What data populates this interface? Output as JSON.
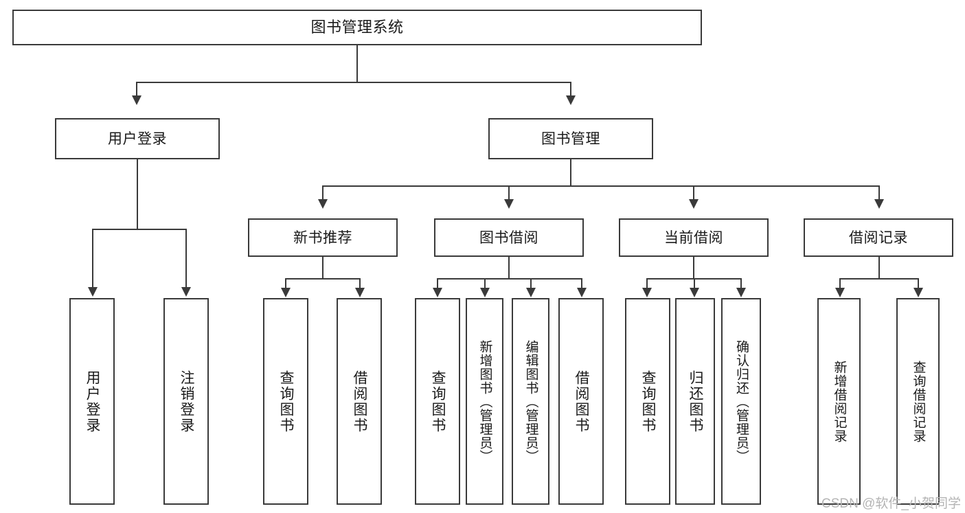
{
  "diagram": {
    "title": "图书管理系统",
    "type": "tree",
    "orientation": "top-down",
    "colors": {
      "box_border": "#3a3a3a",
      "box_fill": "#ffffff",
      "connector": "#3a3a3a",
      "text": "#1a1a1a",
      "watermark": "#b4b4b4",
      "background": "#ffffff"
    },
    "watermark": "CSDN @软件_小贺同学",
    "nodes": {
      "root": {
        "label": "图书管理系统"
      },
      "level2": [
        {
          "id": "user-login",
          "label": "用户登录"
        },
        {
          "id": "book-manage",
          "label": "图书管理"
        }
      ],
      "level3": [
        {
          "id": "new-book-recommend",
          "label": "新书推荐"
        },
        {
          "id": "book-borrow",
          "label": "图书借阅"
        },
        {
          "id": "current-borrow",
          "label": "当前借阅"
        },
        {
          "id": "borrow-record",
          "label": "借阅记录"
        }
      ],
      "leaves": {
        "user-login": [
          {
            "id": "leaf-user-login",
            "label": "用户登录"
          },
          {
            "id": "leaf-user-logout",
            "label": "注销登录"
          }
        ],
        "new-book-recommend": [
          {
            "id": "leaf-query-book-1",
            "label": "查询图书"
          },
          {
            "id": "leaf-borrow-book-1",
            "label": "借阅图书"
          }
        ],
        "book-borrow": [
          {
            "id": "leaf-query-book-2",
            "label": "查询图书"
          },
          {
            "id": "leaf-add-book",
            "label": "新增图书（管理员）"
          },
          {
            "id": "leaf-edit-book",
            "label": "编辑图书（管理员）"
          },
          {
            "id": "leaf-borrow-book-2",
            "label": "借阅图书"
          }
        ],
        "current-borrow": [
          {
            "id": "leaf-query-book-3",
            "label": "查询图书"
          },
          {
            "id": "leaf-return-book",
            "label": "归还图书"
          },
          {
            "id": "leaf-confirm-return",
            "label": "确认归还（管理员）"
          }
        ],
        "borrow-record": [
          {
            "id": "leaf-add-record",
            "label": "新增借阅记录"
          },
          {
            "id": "leaf-query-record",
            "label": "查询借阅记录"
          }
        ]
      }
    }
  }
}
